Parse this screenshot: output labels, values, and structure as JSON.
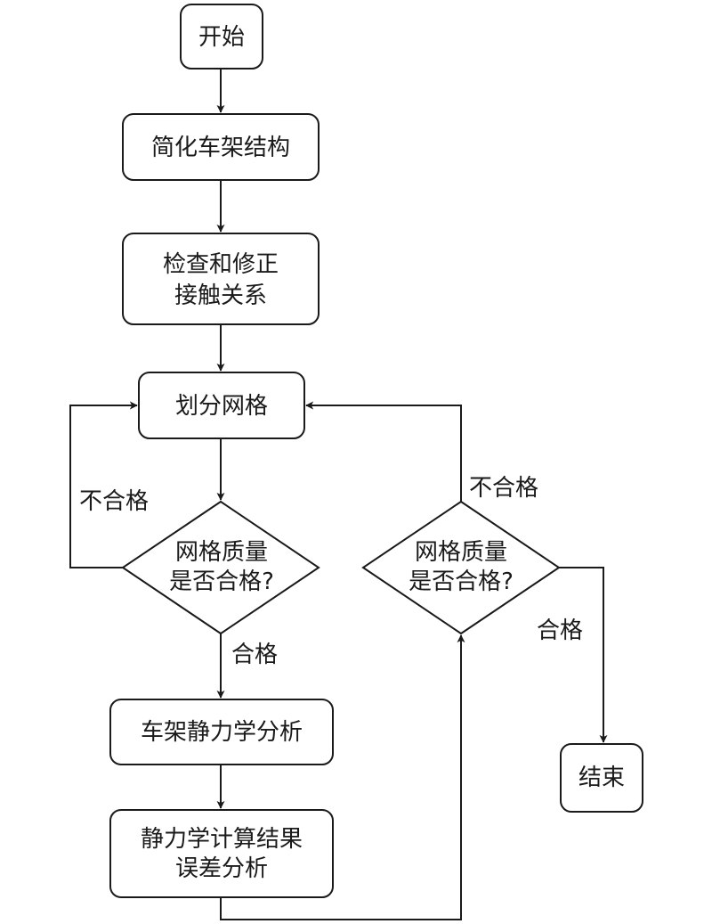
{
  "nodes": {
    "start": {
      "text": "开始"
    },
    "simplify": {
      "text": "简化车架结构"
    },
    "check_contact": {
      "line1": "检查和修正",
      "line2": "接触关系"
    },
    "mesh": {
      "text": "划分网格"
    },
    "decision_left": {
      "line1": "网格质量",
      "line2": "是否合格?"
    },
    "static_analysis": {
      "text": "车架静力学分析"
    },
    "error_analysis": {
      "line1": "静力学计算结果",
      "line2": "误差分析"
    },
    "decision_right": {
      "line1": "网格质量",
      "line2": "是否合格?"
    },
    "end": {
      "text": "结束"
    }
  },
  "edge_labels": {
    "left_fail": "不合格",
    "left_pass": "合格",
    "right_fail": "不合格",
    "right_pass": "合格"
  }
}
